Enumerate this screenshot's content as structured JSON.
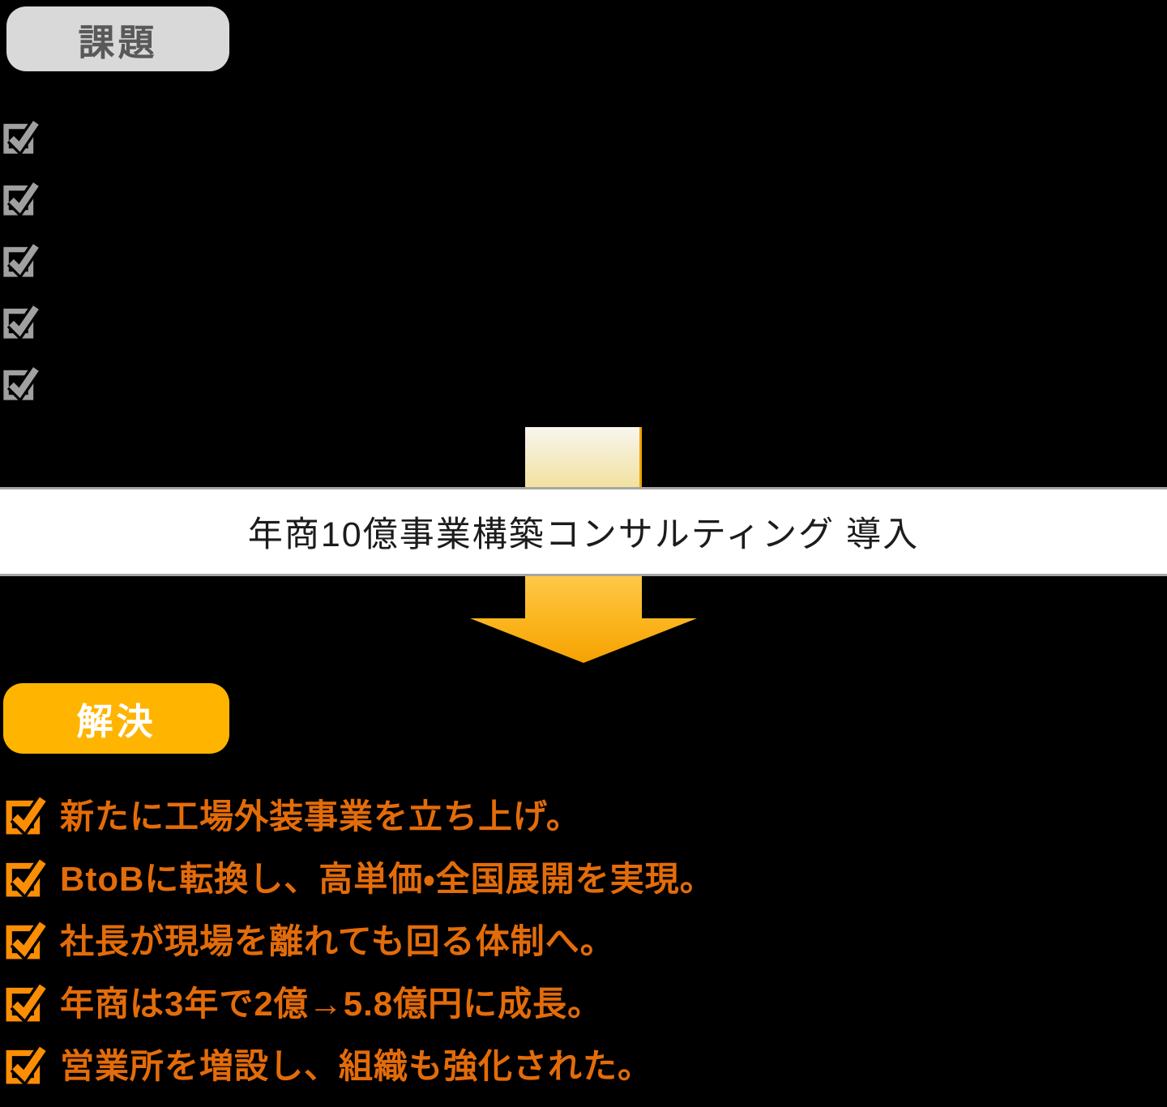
{
  "page": {
    "background_color": "#000000"
  },
  "problem_section": {
    "badge_label": "課題",
    "badge_bg_color": "#D9D9D9",
    "badge_text_color": "#595959",
    "checkbox_color": "#A0A0A0",
    "checkbox_count": 5,
    "items": [
      "",
      "",
      "",
      "",
      ""
    ]
  },
  "transition": {
    "banner_label": "年商10億事業構築コンサルティング 導入",
    "banner_bg_color": "#FFFFFF",
    "banner_border_color": "#A6A6A6",
    "banner_text_color": "#1C1C1C",
    "arrow_gradient_top": "#F8F6EF",
    "arrow_gradient_upper_bottom": "#F2E1A0",
    "arrow_gradient_lower_top": "#FFC848",
    "arrow_gradient_lower_bottom": "#F5A201"
  },
  "solution_section": {
    "badge_label": "解決",
    "badge_bg_color": "#FFB400",
    "badge_text_color": "#FFFFFF",
    "checkbox_color": "#FB8E04",
    "text_color": "#E36C0A",
    "items": [
      "新たに工場外装事業を立ち上げ。",
      "BtoBに転換し、高単価・全国展開を実現。",
      "社長が現場を離れても回る体制へ。",
      "年商は3年で2億→5.8億円に成長。",
      "営業所を増設し、組織も強化された。"
    ]
  }
}
